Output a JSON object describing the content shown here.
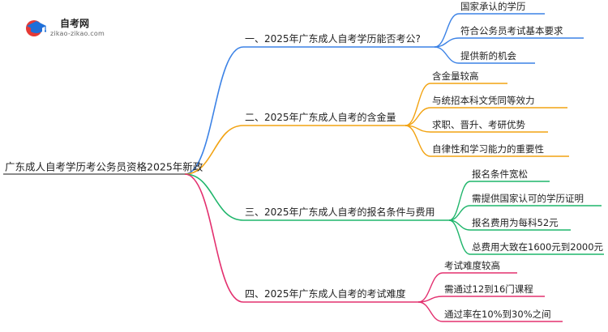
{
  "brand": {
    "name": "自考网",
    "url": "zikao-zikao.com"
  },
  "root": {
    "label": "广东成人自考学历考公务员资格2025年新政"
  },
  "branches": [
    {
      "label": "一、2025年广东成人自考学历能否考公?",
      "color": "#3b82e6",
      "children": [
        "国家承认的学历",
        "符合公务员考试基本要求",
        "提供新的机会"
      ]
    },
    {
      "label": "二、2025年广东成人自考的含金量",
      "color": "#f2a312",
      "children": [
        "含金量较高",
        "与统招本科文凭同等效力",
        "求职、晋升、考研优势",
        "自律性和学习能力的重要性"
      ]
    },
    {
      "label": "三、2025年广东成人自考的报名条件与费用",
      "color": "#1fb56b",
      "children": [
        "报名条件宽松",
        "需提供国家认可的学历证明",
        "报名费用为每科52元",
        "总费用大致在1600元到2000元"
      ]
    },
    {
      "label": "四、2025年广东成人自考的考试难度",
      "color": "#e3306f",
      "children": [
        "考试难度较高",
        "需通过12到16门课程",
        "通过率在10%到30%之间"
      ]
    }
  ]
}
